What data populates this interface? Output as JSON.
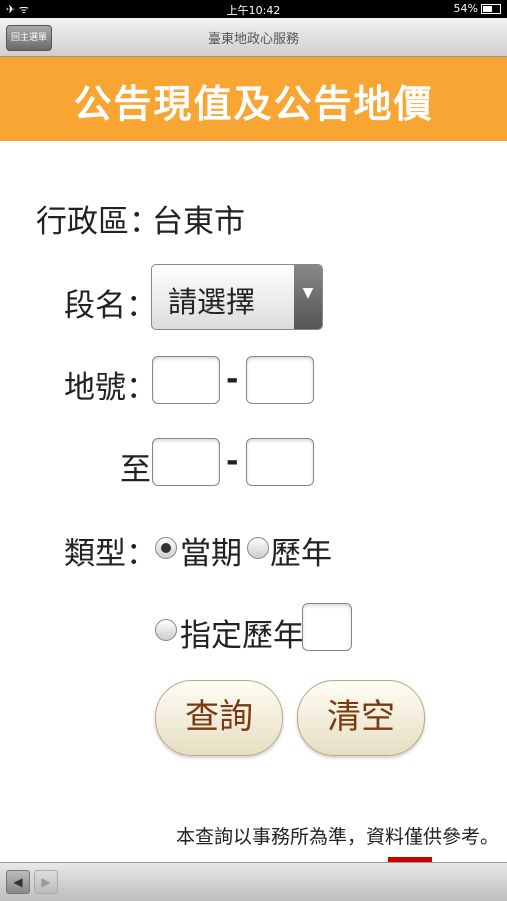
{
  "status": {
    "left": "✈ ᯤ",
    "time": "上午10:42",
    "right": "54%"
  },
  "nav": {
    "back_label": "回主選單",
    "title": "臺東地政心服務"
  },
  "header": {
    "title": "公告現值及公告地價"
  },
  "form": {
    "district_label": "行政區：",
    "district_value": "台東市",
    "section_label": "段名：",
    "section_selected": "請選擇",
    "lot_label": "地號：",
    "lot_from_main": "",
    "lot_from_sub": "",
    "dash": "-",
    "to_label": "至",
    "lot_to_main": "",
    "lot_to_sub": "",
    "type_label": "類型：",
    "type_options": {
      "current": "當期",
      "history": "歷年",
      "specified": "指定歷年"
    },
    "specified_year": ""
  },
  "buttons": {
    "query": "查詢",
    "clear": "清空"
  },
  "note": "本查詢以事務所為準，資料僅供參考。",
  "toolbar": {
    "back": "◀",
    "forward": "▶"
  }
}
